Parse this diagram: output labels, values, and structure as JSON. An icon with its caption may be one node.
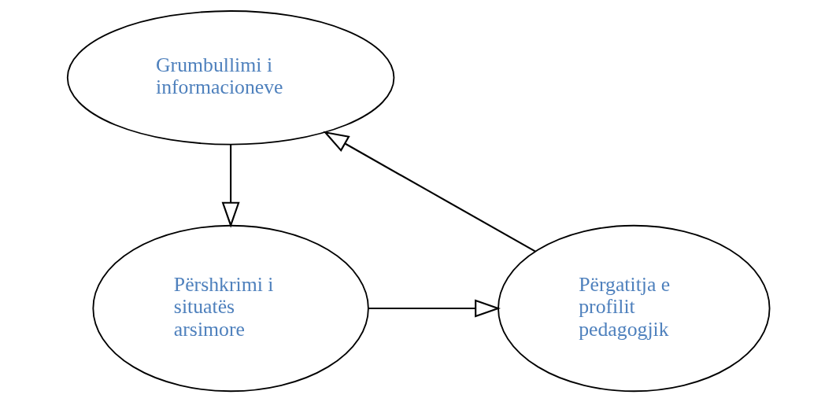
{
  "diagram": {
    "nodes": [
      {
        "text": [
          "Grumbullimi i informacioneve"
        ]
      },
      {
        "text": [
          "Përshkrimi i situatës arsimore"
        ]
      },
      {
        "text": [
          "Përgatitja e profilit pedagogjik"
        ]
      }
    ],
    "edges": [
      {
        "from": 0,
        "to": 1,
        "arrow": "to"
      },
      {
        "from": 1,
        "to": 2,
        "arrow": "to"
      },
      {
        "from": 2,
        "to": 0,
        "arrow": "to"
      }
    ]
  }
}
